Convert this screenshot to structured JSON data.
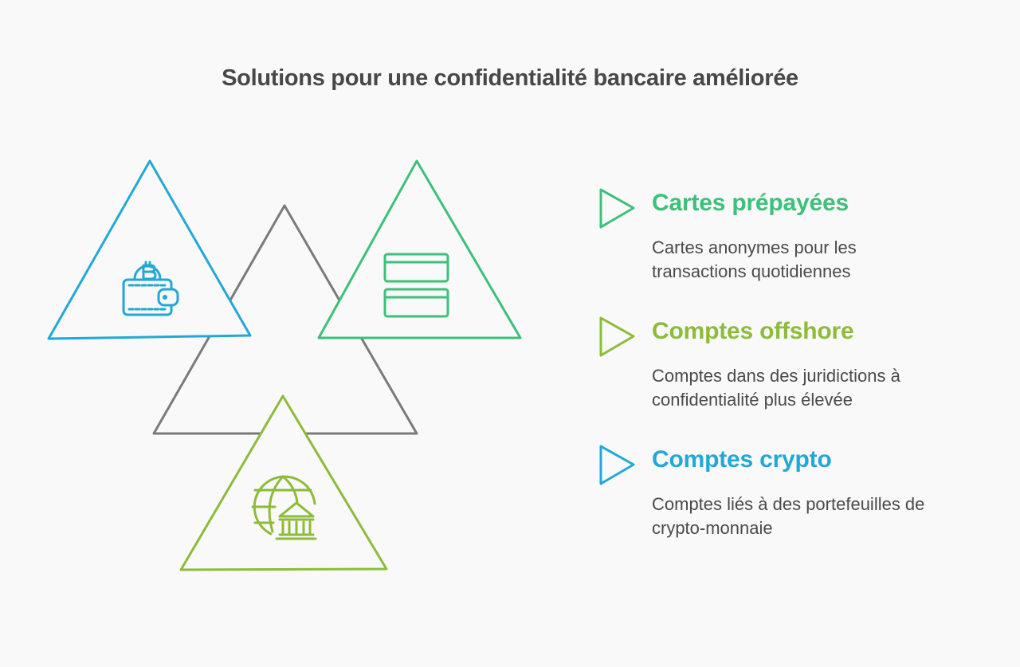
{
  "title": "Solutions pour une confidentialité bancaire améliorée",
  "colors": {
    "background": "#f9f9f9",
    "title": "#484848",
    "text": "#4a4a4a",
    "blue": "#22a8d8",
    "gray": "#7a7a7a",
    "green": "#3cc07a",
    "lime": "#8cbc38"
  },
  "triangles": [
    {
      "name": "blue-triangle",
      "color": "blue",
      "icon": "bitcoin-wallet-icon"
    },
    {
      "name": "gray-triangle",
      "color": "gray",
      "icon": null
    },
    {
      "name": "green-triangle",
      "color": "green",
      "icon": "credit-cards-icon"
    },
    {
      "name": "lime-triangle",
      "color": "lime",
      "icon": "globe-bank-icon"
    }
  ],
  "items": [
    {
      "heading": "Cartes prépayées",
      "lines": [
        "Cartes anonymes pour les",
        "transactions quotidiennes"
      ],
      "color": "#3cc07a",
      "icon": "play-triangle-icon"
    },
    {
      "heading": "Comptes offshore",
      "lines": [
        "Comptes dans des juridictions à",
        "confidentialité plus élevée"
      ],
      "color": "#8cbc38",
      "icon": "play-triangle-icon"
    },
    {
      "heading": "Comptes crypto",
      "lines": [
        "Comptes liés à des portefeuilles de",
        "crypto-monnaie"
      ],
      "color": "#22a8d8",
      "icon": "play-triangle-icon"
    }
  ]
}
